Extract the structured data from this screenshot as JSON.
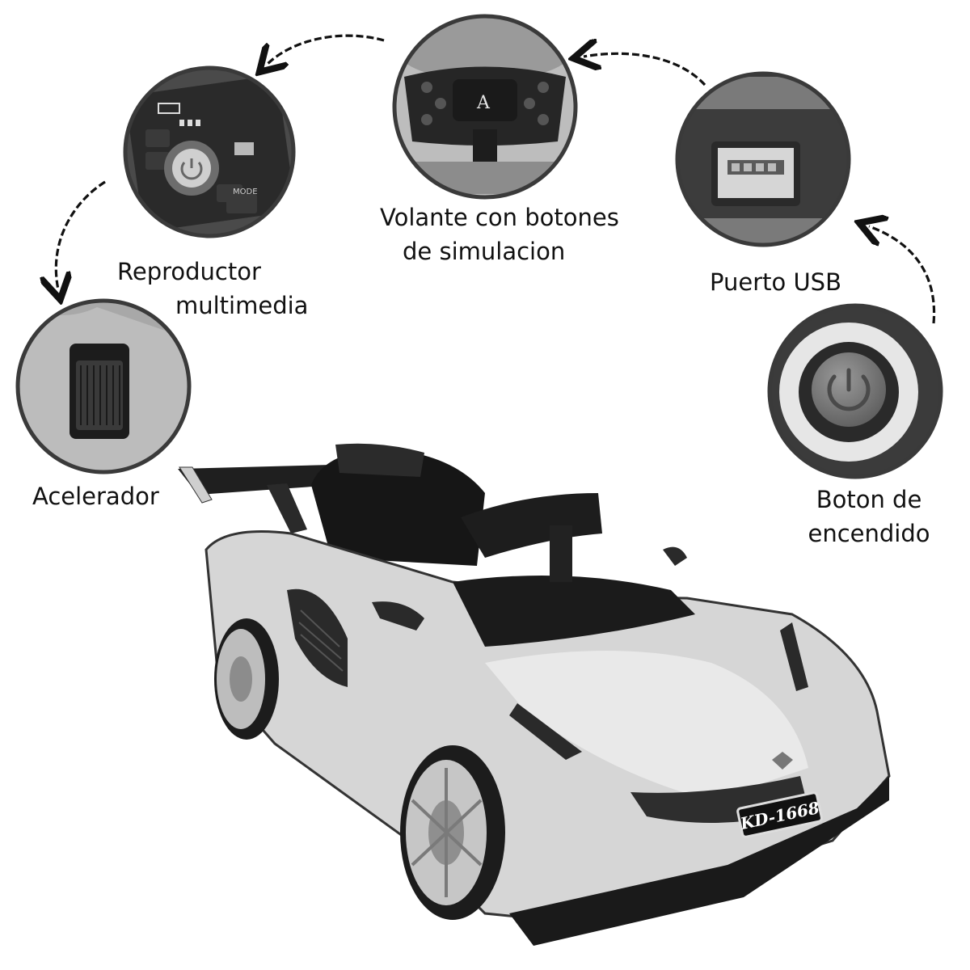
{
  "features": [
    {
      "id": "multimedia",
      "lines": [
        "Reproductor",
        "multimedia"
      ],
      "icon": "media-player-icon"
    },
    {
      "id": "steering",
      "lines": [
        "Volante con botones",
        "de simulacion"
      ],
      "icon": "steering-wheel-icon"
    },
    {
      "id": "usb",
      "lines": [
        "Puerto USB"
      ],
      "icon": "usb-port-icon"
    },
    {
      "id": "power",
      "lines": [
        "Boton de",
        "encendido"
      ],
      "icon": "power-button-icon"
    },
    {
      "id": "accelerator",
      "lines": [
        "Acelerador"
      ],
      "icon": "accelerator-pedal-icon"
    }
  ],
  "car": {
    "plate": "KD-1668",
    "logo": "A"
  },
  "panel": {
    "mode_label": "MODE"
  },
  "colors": {
    "ring": "#3a3a3a",
    "car_body": "#d9d9d9",
    "dark": "#222222"
  }
}
